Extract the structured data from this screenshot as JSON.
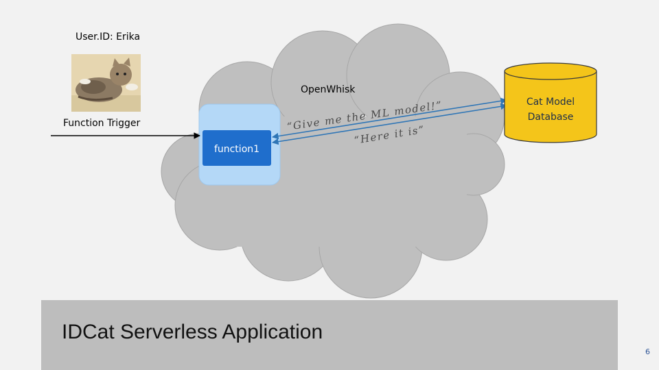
{
  "user": {
    "label": "User.ID: Erika",
    "photo": "cat-photo"
  },
  "trigger": {
    "label": "Function Trigger"
  },
  "platform": {
    "label": "OpenWhisk"
  },
  "function": {
    "label": "function1"
  },
  "database": {
    "line1": "Cat Model",
    "line2": "Database"
  },
  "messages": {
    "request": "“Give me the ML model!”",
    "response": "“Here it is”"
  },
  "footer": {
    "title": "IDCat Serverless Application"
  },
  "page": {
    "number": "6"
  },
  "colors": {
    "cloud": "#bfbfbf",
    "function_outer": "#b4d8f7",
    "function_inner": "#1f6ecc",
    "database": "#f4c51a",
    "arrows": "#2e75b6",
    "footer": "#bdbdbd"
  }
}
